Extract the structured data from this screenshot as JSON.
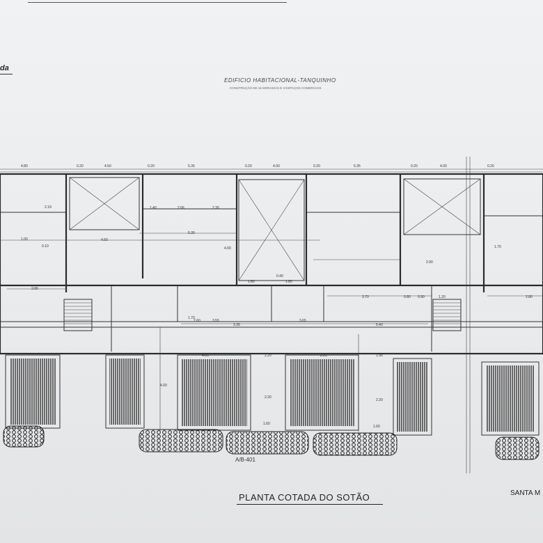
{
  "sheet": {
    "corner_label": "da",
    "title": "EDIFICIO HABITACIONAL-TANQUINHO",
    "subtitle": "CONSTRUÇÃO DE 16 MORADIAS E 3 ESPAÇOS COMERCIAIS",
    "drawing_ref": "A/B-401",
    "plan_title": "PLANTA COTADA DO SOTÃO",
    "street_label": "SANTA M"
  },
  "dimensions_top": [
    "4.80",
    "0.20",
    "4.50",
    "0.20",
    "5.35",
    "0.20",
    "4.00",
    "0.20",
    "5.35",
    "0.20",
    "4.00",
    "0.20"
  ],
  "dimensions_interior": [
    "2.19",
    "1.40",
    "2.06",
    "2.35",
    "5.35",
    "4.50",
    "3.35",
    "3.70",
    "3.55",
    "3.65",
    "5.40",
    "2.80",
    "2.80",
    "2.60",
    "1.80",
    "1.80",
    "1.60",
    "1.60",
    "4.00",
    "4.05",
    "2.20",
    "2.25",
    "1.90",
    "2.20",
    "2.20",
    "1.70",
    "1.70",
    "1.00",
    "0.10",
    "0.40",
    "0.90",
    "0.80",
    "1.20",
    "2.90",
    "4.00"
  ],
  "colors": {
    "paper": "#ecedee",
    "ink": "#2b2b2b"
  }
}
